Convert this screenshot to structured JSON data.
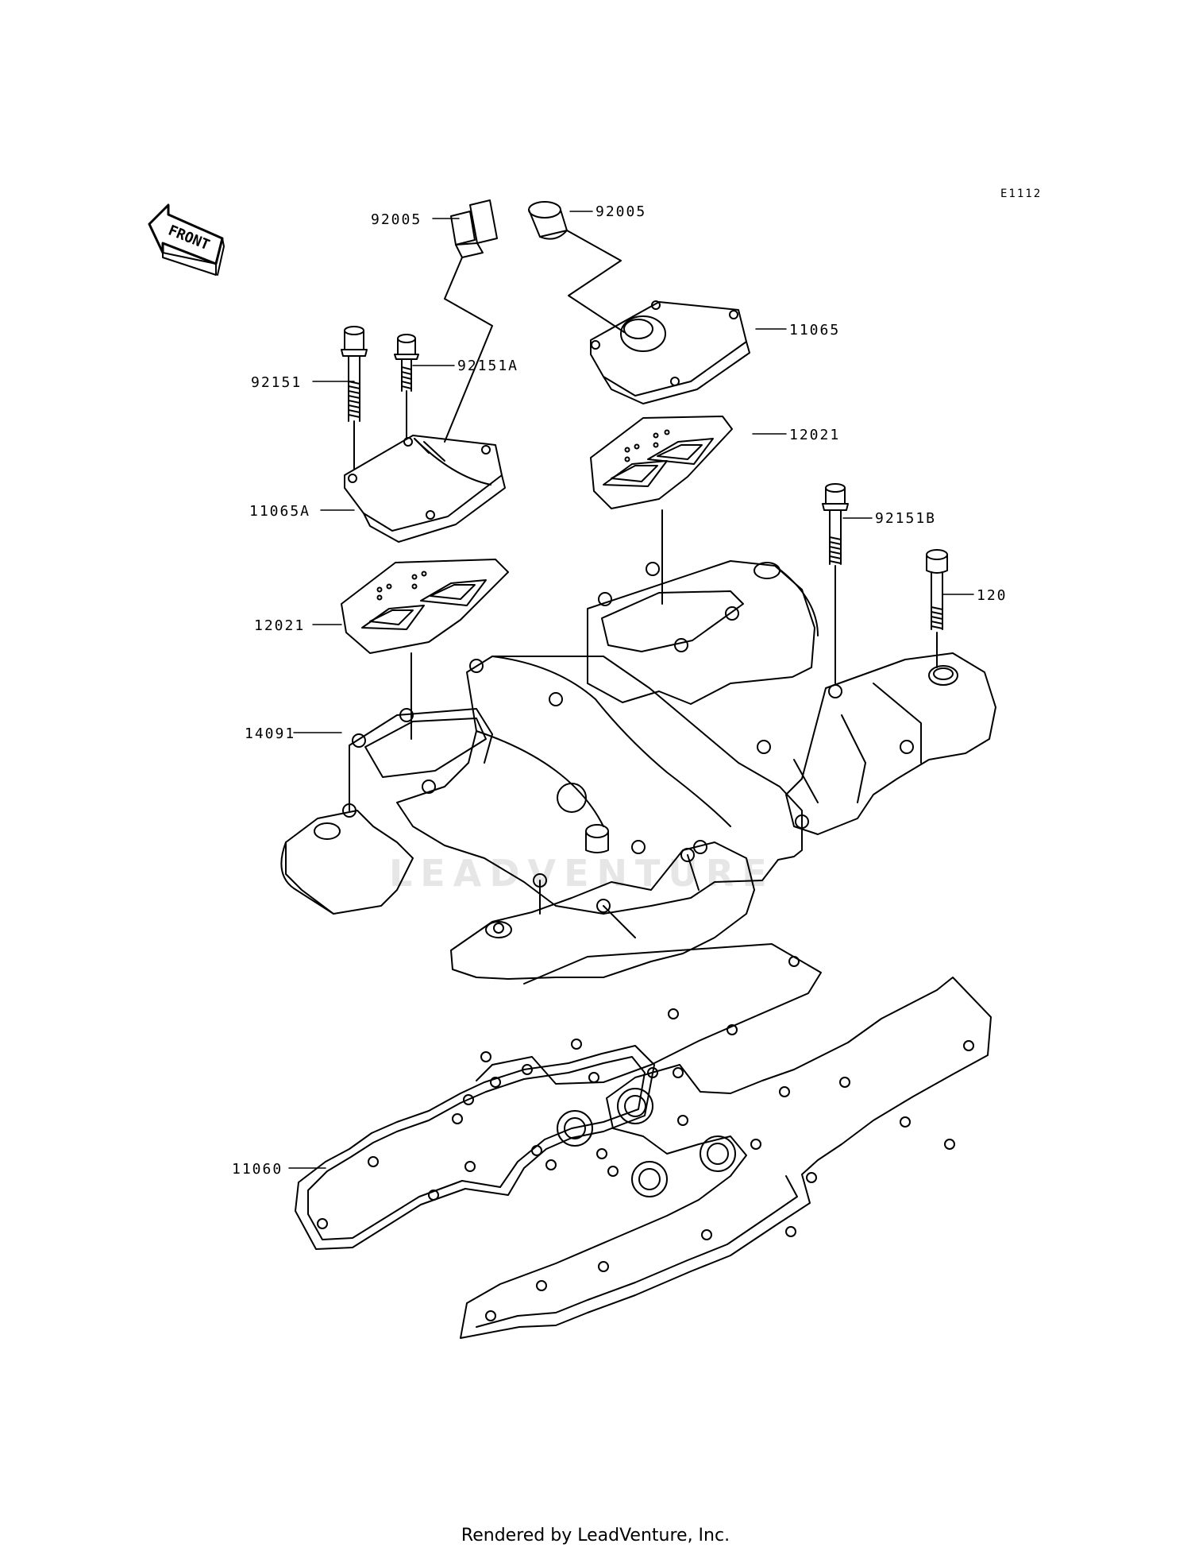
{
  "diagram": {
    "code": "E1112",
    "front_label": "FRONT",
    "watermark": "LEADVENTURE",
    "parts": [
      {
        "number": "92005"
      },
      {
        "number": "92005"
      },
      {
        "number": "11065"
      },
      {
        "number": "92151"
      },
      {
        "number": "92151A"
      },
      {
        "number": "12021"
      },
      {
        "number": "11065A"
      },
      {
        "number": "92151B"
      },
      {
        "number": "120"
      },
      {
        "number": "12021"
      },
      {
        "number": "14091"
      },
      {
        "number": "11060"
      }
    ]
  },
  "footer": {
    "text": "Rendered by LeadVenture, Inc."
  }
}
